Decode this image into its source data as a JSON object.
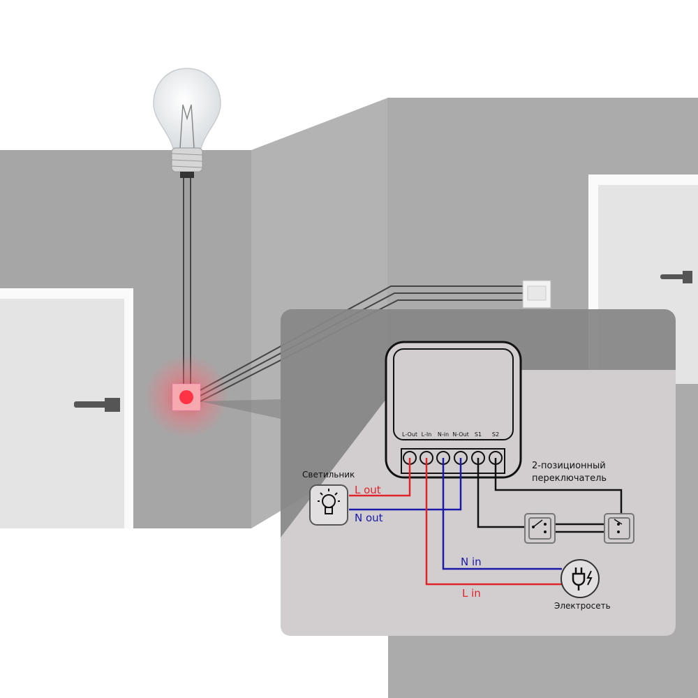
{
  "device": {
    "terminals": [
      "L-Out",
      "L-In",
      "N-in",
      "N-Out",
      "S1",
      "S2"
    ]
  },
  "labels": {
    "lamp": "Светильник",
    "switch": "2-позиционный",
    "switch_line2": "переключатель",
    "mains": "Электросеть",
    "l_out": "L out",
    "n_out": "N out",
    "n_in": "N in",
    "l_in": "L in"
  },
  "colors": {
    "live": "#e0222a",
    "neutral": "#1a1aa8",
    "switch_wire": "#111111",
    "glow": "#ff3b4a"
  },
  "icons": [
    "light-bulb-icon",
    "lamp-icon",
    "plug-icon",
    "switch-icon"
  ]
}
